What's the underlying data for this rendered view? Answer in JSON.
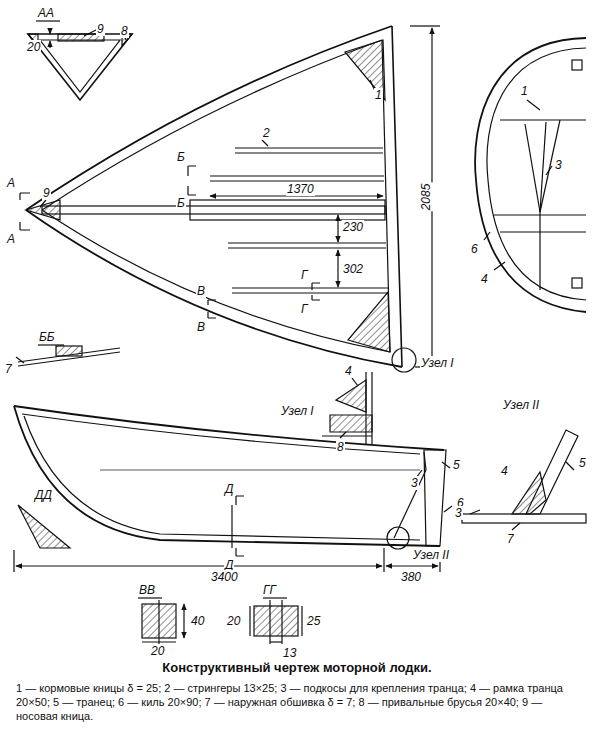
{
  "diagram": {
    "title": "Конструктивный чертеж моторной лодки.",
    "caption": "1 — кормовые кницы δ = 25; 2 — стрингеры 13×25; 3 — подкосы для крепления транца; 4 — рамка транца 20×50; 5 — транец; 6 — киль 20×90; 7 — наружная обшивка δ = 7; 8 — привальные брусья 20×40; 9 — носовая кница.",
    "labels": [
      "АА",
      "20",
      "9",
      "8",
      "1",
      "2",
      "Б",
      "1370",
      "Б",
      "А",
      "9",
      "А",
      "230",
      "302",
      "Г",
      "Г",
      "В",
      "В",
      "2085",
      "ББ",
      "7",
      "Узел I",
      "4",
      "Узел I",
      "8",
      "1",
      "3",
      "6",
      "4",
      "Узел II",
      "6",
      "4",
      "5",
      "7",
      "3",
      "5",
      "3",
      "Д",
      "Д",
      "ДД",
      "3400",
      "Узел II",
      "380",
      "ВВ",
      "40",
      "20",
      "ГГ",
      "20",
      "25",
      "13"
    ]
  }
}
